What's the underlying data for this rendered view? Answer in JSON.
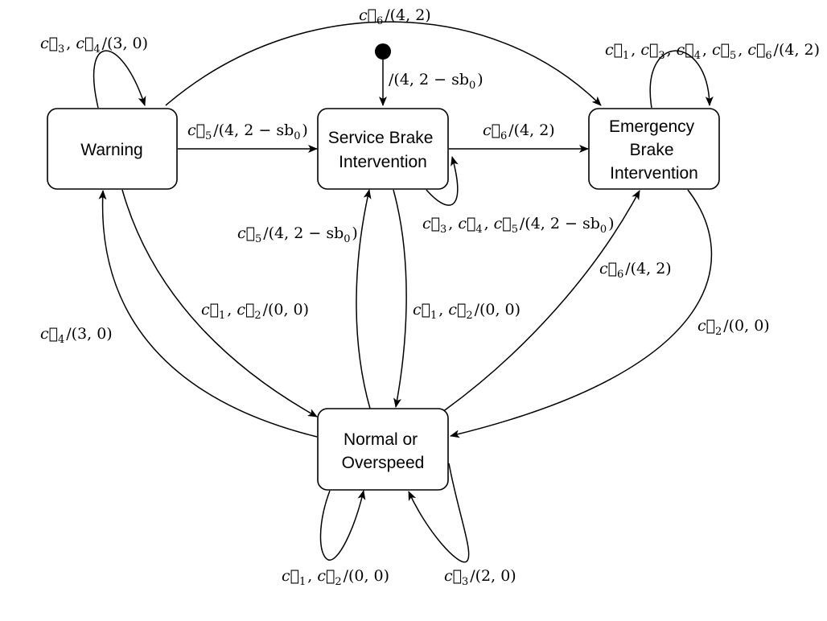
{
  "states": {
    "warning": {
      "lines": [
        "Warning"
      ]
    },
    "service": {
      "lines": [
        "Service Brake",
        "Intervention"
      ]
    },
    "emergency": {
      "lines": [
        "Emergency",
        "Brake",
        "Intervention"
      ]
    },
    "normal": {
      "lines": [
        "Normal or",
        "Overspeed"
      ]
    }
  },
  "transitions": {
    "initial": "/(4, 2 − sb0)",
    "warning_self": "c3, c4/(3, 0)",
    "warning_to_emergency": "c6/(4, 2)",
    "warning_to_service": "c5/(4, 2 − sb0)",
    "service_to_emergency": "c6/(4, 2)",
    "emergency_self": "c1, c3, c4, c5, c6/(4, 2)",
    "service_self": "c3, c4, c5/(4, 2 − sb0)",
    "normal_to_service": "c5/(4, 2 − sb0)",
    "warning_to_normal": "c1, c2/(0, 0)",
    "service_to_normal": "c1, c2/(0, 0)",
    "normal_to_emergency": "c6/(4, 2)",
    "normal_to_warning": "c4/(3, 0)",
    "emergency_to_normal": "c2/(0, 0)",
    "normal_self_left": "c1, c2/(0, 0)",
    "normal_self_right": "c3/(2, 0)"
  }
}
